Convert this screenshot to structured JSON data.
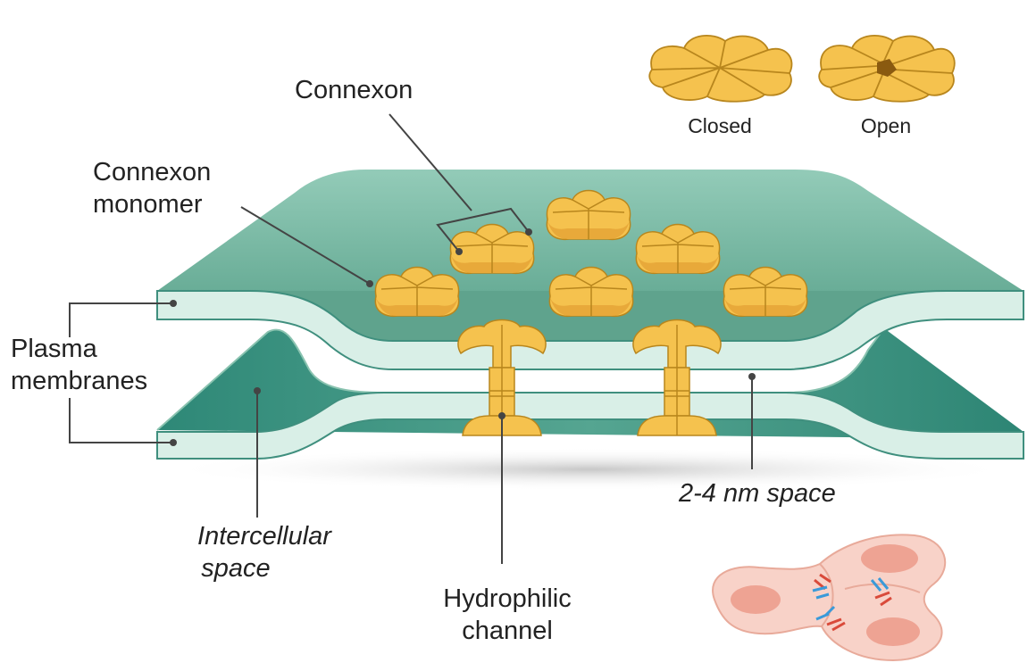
{
  "labels": {
    "connexon": "Connexon",
    "connexon_monomer_line1": "Connexon",
    "connexon_monomer_line2": "monomer",
    "plasma_line1": "Plasma",
    "plasma_line2": "membranes",
    "intercellular_line1": "Intercellular",
    "intercellular_line2": "space",
    "hydrophilic_line1": "Hydrophilic",
    "hydrophilic_line2": "channel",
    "gap_space": "2-4 nm space",
    "closed": "Closed",
    "open": "Open"
  },
  "colors": {
    "membrane_top": "#8cc4b1",
    "membrane_dark": "#2f8a79",
    "membrane_edge": "#d6ede5",
    "connexon_fill": "#f5c24e",
    "connexon_stroke": "#b8861d",
    "cell_fill": "#f8d2c8",
    "nucleus_fill": "#eea393",
    "leader_line": "#444444"
  }
}
